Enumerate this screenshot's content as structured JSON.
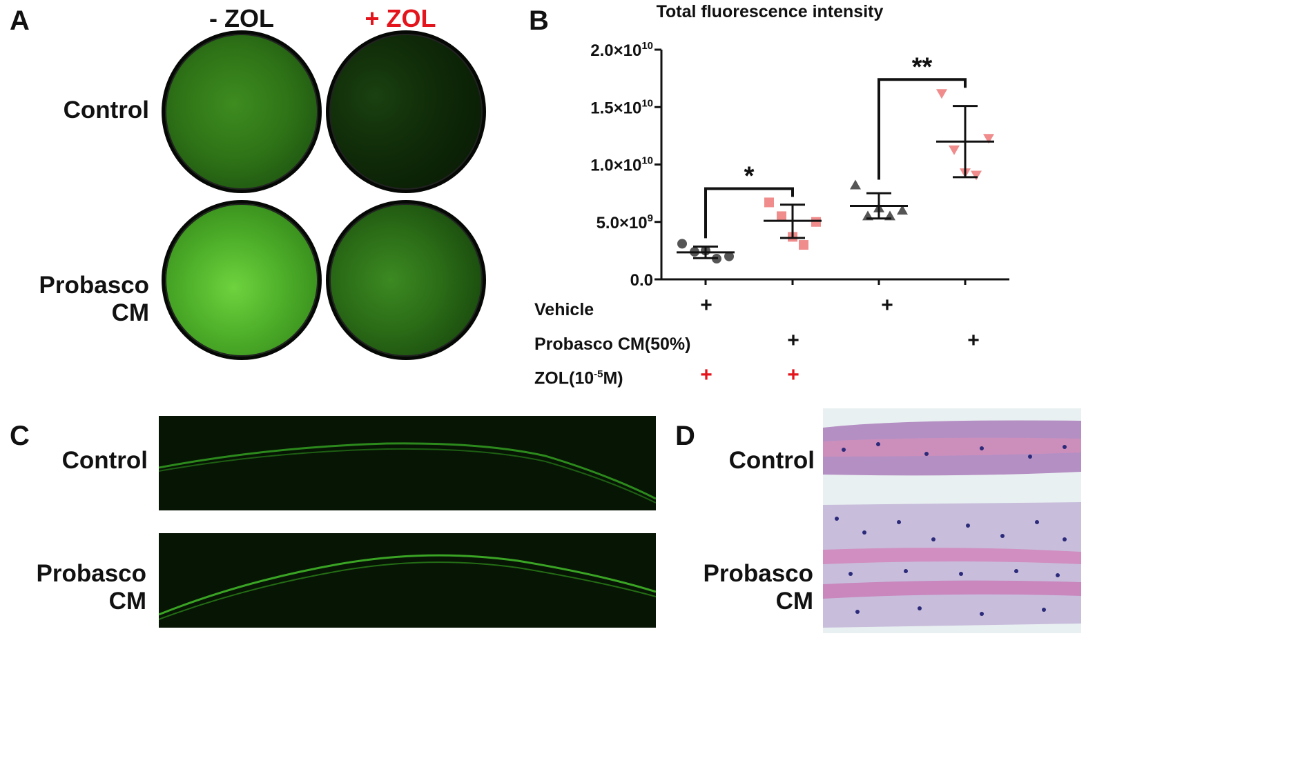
{
  "panels": {
    "a": "A",
    "b": "B",
    "c": "C",
    "d": "D"
  },
  "panel_a": {
    "col_minus": "- ZOL",
    "col_plus": "+ ZOL",
    "row_control": "Control",
    "row_probasco": "Probasco CM",
    "col_plus_color": "#e3141b"
  },
  "panel_c": {
    "row_control": "Control",
    "row_probasco": "Probasco CM"
  },
  "panel_d": {
    "row_control": "Control",
    "row_probasco": "Probasco CM"
  },
  "chart_data": {
    "type": "scatter",
    "title": "Total fluorescence intensity",
    "xlabel": "",
    "ylabel": "",
    "ylim": [
      0,
      20000000000
    ],
    "y_ticks": [
      {
        "value": 0,
        "base": "0.0",
        "exp": ""
      },
      {
        "value": 5000000000,
        "base": "5.0×10",
        "exp": "9"
      },
      {
        "value": 10000000000,
        "base": "1.0×10",
        "exp": "10"
      },
      {
        "value": 15000000000,
        "base": "1.5×10",
        "exp": "10"
      },
      {
        "value": 20000000000,
        "base": "2.0×10",
        "exp": "10"
      }
    ],
    "grid": false,
    "groups": [
      {
        "marker": "circle",
        "color": "#555555",
        "points": [
          3100000000,
          2400000000,
          2500000000,
          1800000000,
          2000000000
        ],
        "mean": 2350000000,
        "upper": 2850000000,
        "lower": 1850000000
      },
      {
        "marker": "square",
        "color": "#f08c8c",
        "points": [
          6700000000,
          5500000000,
          3700000000,
          3000000000,
          5000000000
        ],
        "mean": 5100000000,
        "upper": 6500000000,
        "lower": 3600000000
      },
      {
        "marker": "triangle-up",
        "color": "#555555",
        "points": [
          8200000000,
          5500000000,
          6200000000,
          5500000000,
          6000000000
        ],
        "mean": 6400000000,
        "upper": 7500000000,
        "lower": 5300000000
      },
      {
        "marker": "triangle-down",
        "color": "#f08c8c",
        "points": [
          16200000000,
          11300000000,
          9300000000,
          9100000000,
          12300000000
        ],
        "mean": 12000000000,
        "upper": 15100000000,
        "lower": 8900000000
      }
    ],
    "significance": [
      {
        "from_group": 0,
        "to_group": 1,
        "label": "*"
      },
      {
        "from_group": 2,
        "to_group": 3,
        "label": "**"
      }
    ]
  },
  "conditions": {
    "vehicle_label": "Vehicle",
    "probasco_label": "Probasco CM(50%)",
    "zol_label_pre": "ZOL(10",
    "zol_label_exp": "-5",
    "zol_label_post": "M)",
    "plus": "+",
    "zol_color": "#e3141b"
  }
}
